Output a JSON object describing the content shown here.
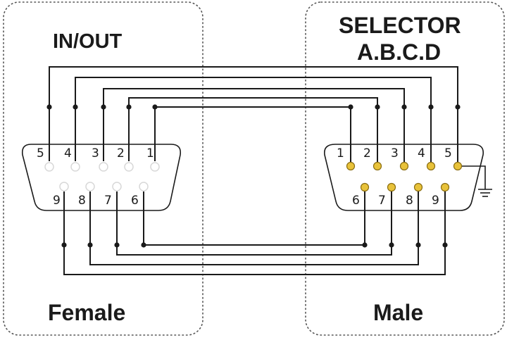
{
  "left_panel": {
    "title": "IN/OUT",
    "caption": "Female",
    "top_pins": [
      "5",
      "4",
      "3",
      "2",
      "1"
    ],
    "bottom_pins": [
      "9",
      "8",
      "7",
      "6"
    ]
  },
  "right_panel": {
    "title_line1": "SELECTOR",
    "title_line2": "A.B.C.D",
    "caption": "Male",
    "top_pins": [
      "1",
      "2",
      "3",
      "4",
      "5"
    ],
    "bottom_pins": [
      "6",
      "7",
      "8",
      "9"
    ]
  },
  "connections": [
    {
      "from": "5",
      "to": "5"
    },
    {
      "from": "4",
      "to": "4"
    },
    {
      "from": "3",
      "to": "3"
    },
    {
      "from": "2",
      "to": "2"
    },
    {
      "from": "1",
      "to": "1"
    },
    {
      "from": "6",
      "to": "6"
    },
    {
      "from": "7",
      "to": "7"
    },
    {
      "from": "8",
      "to": "8"
    },
    {
      "from": "9",
      "to": "9"
    }
  ],
  "ground": {
    "pin": "5",
    "icon": "ground-icon"
  },
  "colors": {
    "line": "#1a1a1a",
    "panel_border": "#555555",
    "male_pin_fill": "#e8c23a",
    "male_pin_stroke": "#8a6d10",
    "female_socket": "#d8d8d8"
  }
}
